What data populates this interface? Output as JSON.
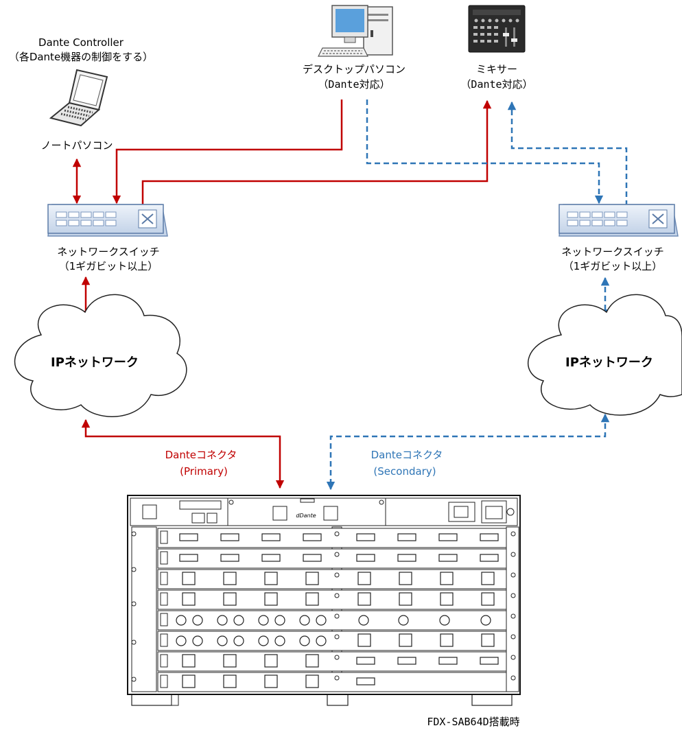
{
  "labels": {
    "controller_title": "Dante Controller",
    "controller_sub": "（各Dante機器の制御をする）",
    "laptop": "ノートパソコン",
    "desktop": "デスクトップパソコン",
    "desktop_sub": "（Dante対応）",
    "mixer": "ミキサー",
    "mixer_sub": "（Dante対応）",
    "switch_left": "ネットワークスイッチ",
    "switch_left_sub": "（1ギガビット以上）",
    "switch_right": "ネットワークスイッチ",
    "switch_right_sub": "（1ギガビット以上）",
    "cloud_left": "IPネットワーク",
    "cloud_right": "IPネットワーク",
    "primary": "Danteコネクタ",
    "primary_sub": "(Primary)",
    "secondary": "Danteコネクタ",
    "secondary_sub": "(Secondary)",
    "device_logo": "dDante",
    "caption": "FDX-SAB64D搭載時"
  },
  "colors": {
    "primary_line": "#c00000",
    "secondary_line": "#2e75b6",
    "switch_body": "#dce6f2",
    "switch_border": "#5b7ba7"
  }
}
